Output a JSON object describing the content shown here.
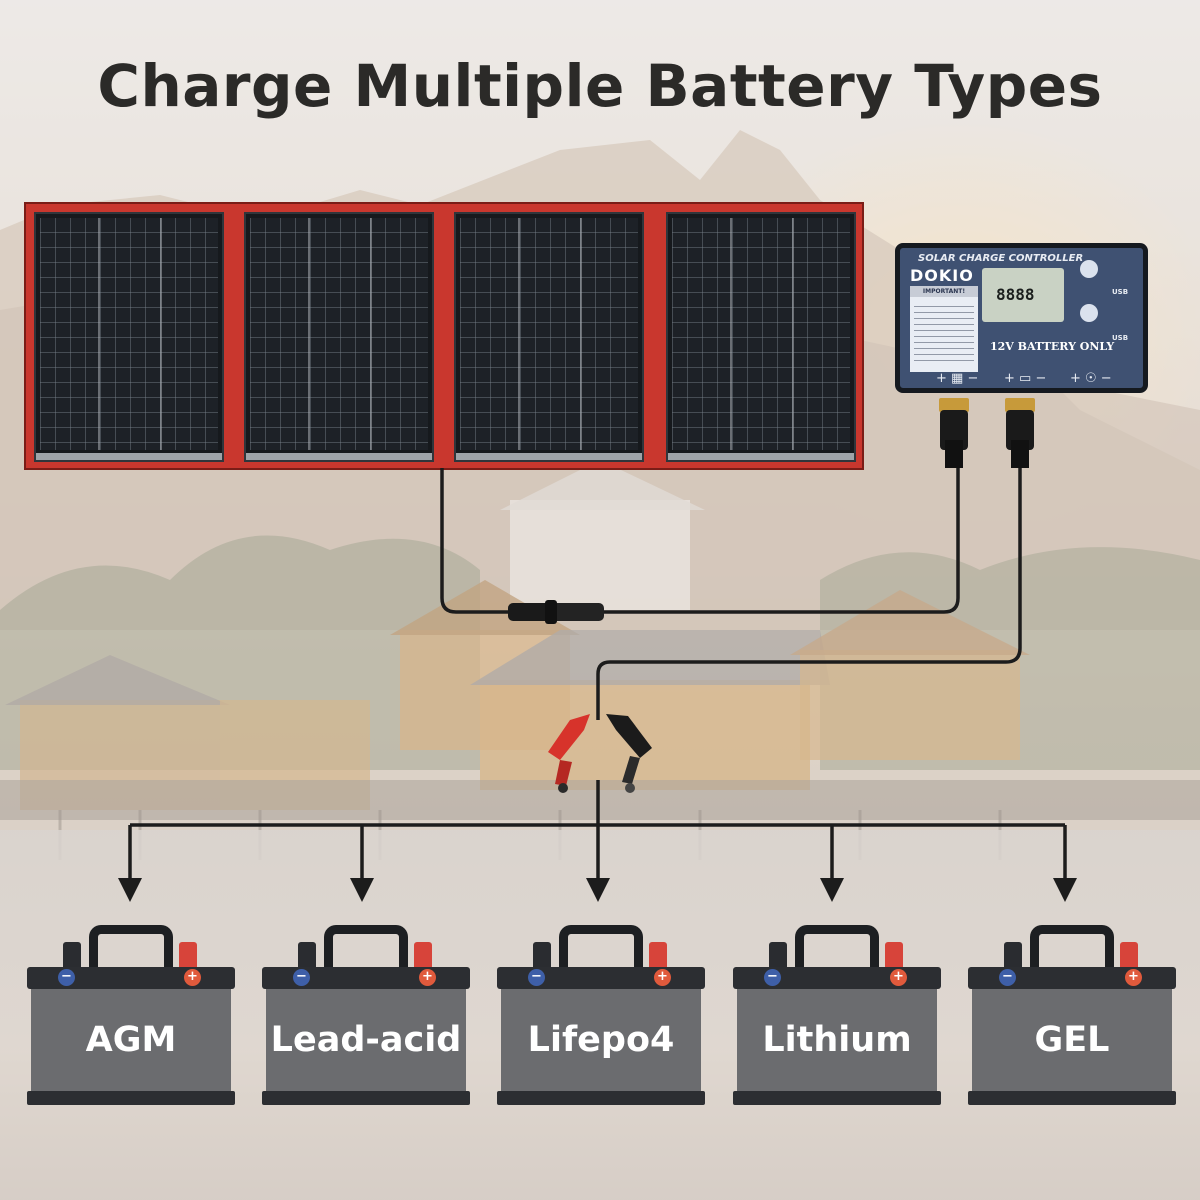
{
  "title": "Charge Multiple Battery Types",
  "controller": {
    "heading": "SOLAR CHARGE CONTROLLER",
    "brand": "DOKIO",
    "important_label": "IMPORTANT!",
    "lcd_digits": "8888",
    "battery_note": "12V BATTERY ONLY",
    "usb_label": "USB",
    "solar_terminal": "+ ▦ −",
    "battery_terminal": "+ ▭ −",
    "load_terminal": "+ ☉ −"
  },
  "batteries": [
    {
      "label": "AGM"
    },
    {
      "label": "Lead-acid"
    },
    {
      "label": "Lifepo4"
    },
    {
      "label": "Lithium"
    },
    {
      "label": "GEL"
    }
  ],
  "terminal_symbols": {
    "negative": "−",
    "positive": "+"
  },
  "colors": {
    "panel_frame": "#c9372e",
    "controller_face": "#3f5172",
    "battery_body": "#6b6c6f",
    "positive_clamp": "#d7332b",
    "negative_clamp": "#1b1b1b"
  }
}
